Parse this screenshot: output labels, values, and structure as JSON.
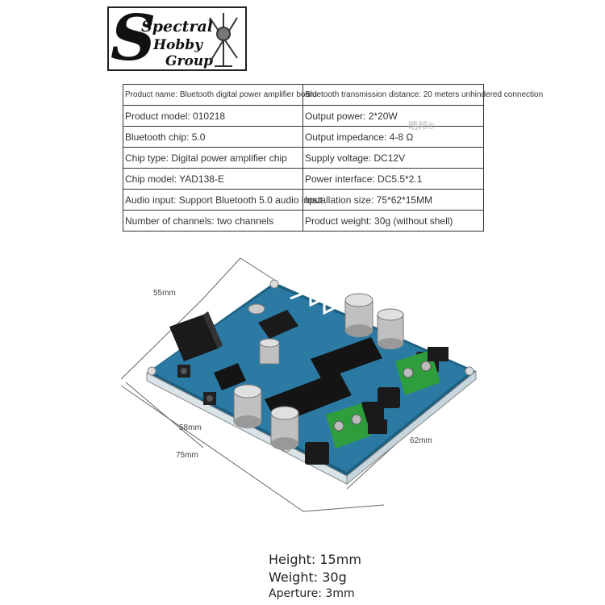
{
  "logo": {
    "line1": "Spectral",
    "line2": "Hobby",
    "line3": "Group"
  },
  "spec_rows": [
    {
      "left": "Product name: Bluetooth digital power amplifier board",
      "right": "Bluetooth transmission distance: 20 meters unhindered connection",
      "small": true
    },
    {
      "left": "Product model: 010218",
      "right": "Output power: 2*20W",
      "small": false
    },
    {
      "left": "Bluetooth chip: 5.0",
      "right": "Output impedance: 4-8 Ω",
      "small": false
    },
    {
      "left": "Chip type: Digital power amplifier chip",
      "right": "Supply voltage: DC12V",
      "small": false
    },
    {
      "left": "Chip model: YAD138-E",
      "right": "Power interface: DC5.5*2.1",
      "small": false
    },
    {
      "left": "Audio input: Support Bluetooth 5.0 audio input",
      "right": "Installation size: 75*62*15MM",
      "small": false
    },
    {
      "left": "Number of channels: two channels",
      "right": "Product weight: 30g (without shell)",
      "small": false
    }
  ],
  "watermark": "晒邦®",
  "dimensions": {
    "d55": "55mm",
    "d58": "58mm",
    "d75": "75mm",
    "d62": "62mm"
  },
  "specs_bottom": {
    "height": "Height: 15mm",
    "weight": "Weight: 30g",
    "aperture": "Aperture: 3mm"
  }
}
